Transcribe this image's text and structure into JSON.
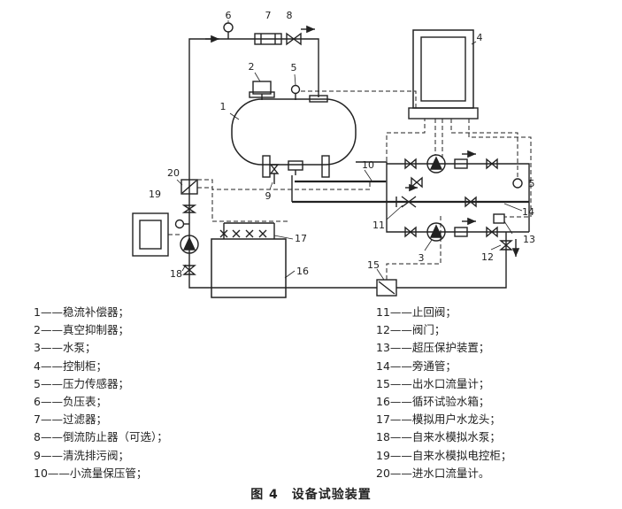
{
  "figure": {
    "caption": "图 4　设备试验装置",
    "callouts": [
      "1",
      "2",
      "3",
      "4",
      "5",
      "5",
      "6",
      "7",
      "8",
      "9",
      "10",
      "11",
      "12",
      "13",
      "14",
      "15",
      "16",
      "17",
      "18",
      "19",
      "20"
    ]
  },
  "legend": {
    "left": [
      {
        "num": "1",
        "text": "稳流补偿器；"
      },
      {
        "num": "2",
        "text": "真空抑制器；"
      },
      {
        "num": "3",
        "text": "水泵；"
      },
      {
        "num": "4",
        "text": "控制柜；"
      },
      {
        "num": "5",
        "text": "压力传感器；"
      },
      {
        "num": "6",
        "text": "负压表；"
      },
      {
        "num": "7",
        "text": "过滤器；"
      },
      {
        "num": "8",
        "text": "倒流防止器（可选）；"
      },
      {
        "num": "9",
        "text": "清洗排污阀；"
      },
      {
        "num": "10",
        "text": "小流量保压管；"
      }
    ],
    "right": [
      {
        "num": "11",
        "text": "止回阀；"
      },
      {
        "num": "12",
        "text": "阀门；"
      },
      {
        "num": "13",
        "text": "超压保护装置；"
      },
      {
        "num": "14",
        "text": "旁通管；"
      },
      {
        "num": "15",
        "text": "出水口流量计；"
      },
      {
        "num": "16",
        "text": "循环试验水箱；"
      },
      {
        "num": "17",
        "text": "模拟用户水龙头；"
      },
      {
        "num": "18",
        "text": "自来水模拟水泵；"
      },
      {
        "num": "19",
        "text": "自来水模拟电控柜；"
      },
      {
        "num": "20",
        "text": "进水口流量计。"
      }
    ]
  }
}
